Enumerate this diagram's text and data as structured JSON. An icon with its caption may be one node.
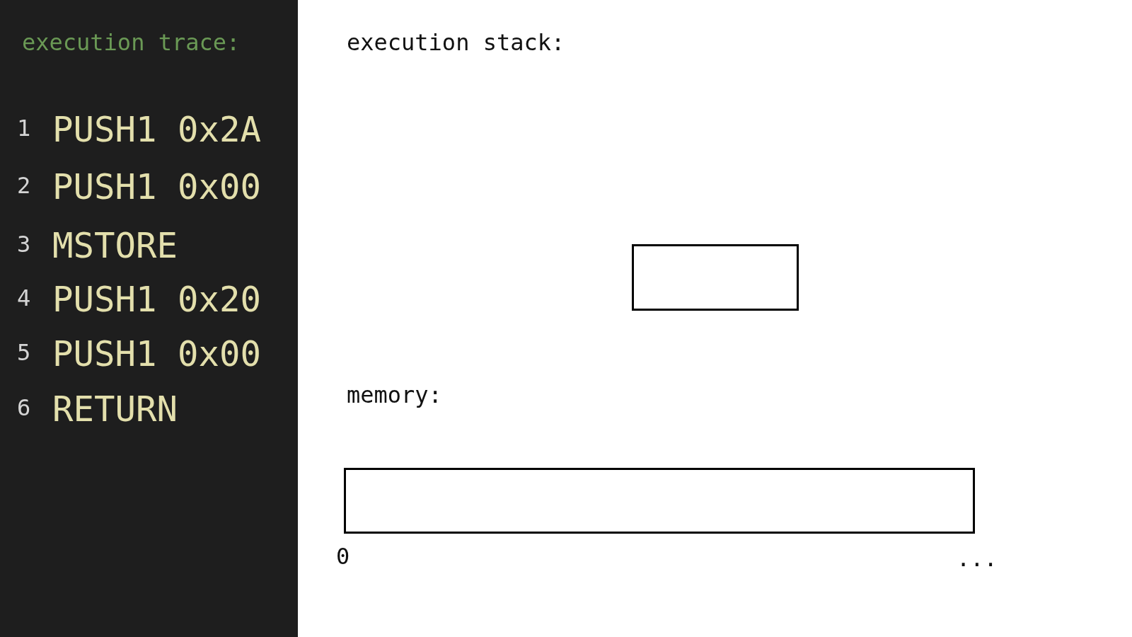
{
  "diagram": {
    "nodes": [
      {
        "text": [
          "execution trace:",
          "1",
          "PUSH1 0x2A",
          "2",
          "PUSH1 0x00",
          "3",
          "MSTORE",
          "4",
          "PUSH1 0x20",
          "5",
          "PUSH1 0x00",
          "6",
          "RETURN"
        ]
      },
      {
        "text": [],
        "shape": "box"
      },
      {
        "text": [],
        "shape": "bar"
      }
    ],
    "labels": [
      "execution stack:",
      "memory:",
      "0",
      "..."
    ]
  }
}
